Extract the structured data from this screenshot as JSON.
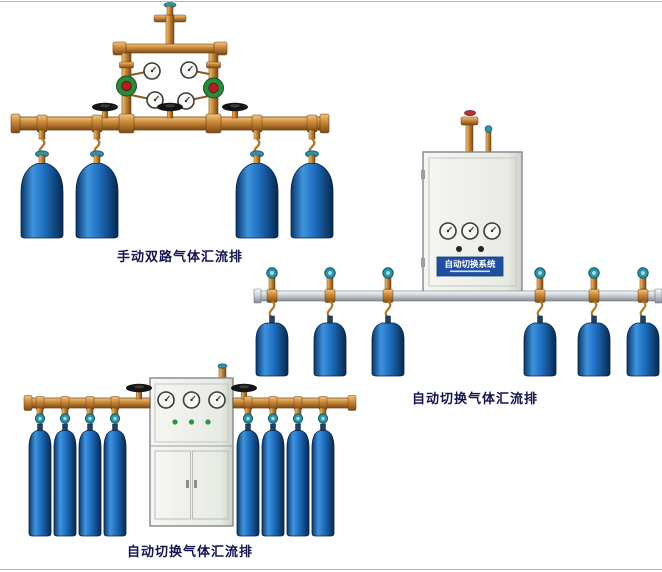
{
  "page": {
    "background": "#ffffff",
    "top_border_color": "#b5b5b5",
    "bottom_border_color": "#b5b5b5"
  },
  "products": [
    {
      "caption": "手动双路气体汇流排"
    },
    {
      "caption": "自动切换气体汇流排"
    },
    {
      "caption": "自动切换气体汇流排"
    }
  ],
  "cabinet": {
    "label": "自动切换系统"
  },
  "colors": {
    "cylinder_blue": "#1e6fc0",
    "brass_pipe": "#cd8c3c",
    "teal_handwheel": "#2e93a8",
    "silver_pipe": "#c7ccd1",
    "cabinet_gray": "#eef0ea",
    "nameplate_blue": "#1f4f9e",
    "caption_text": "#141452"
  }
}
